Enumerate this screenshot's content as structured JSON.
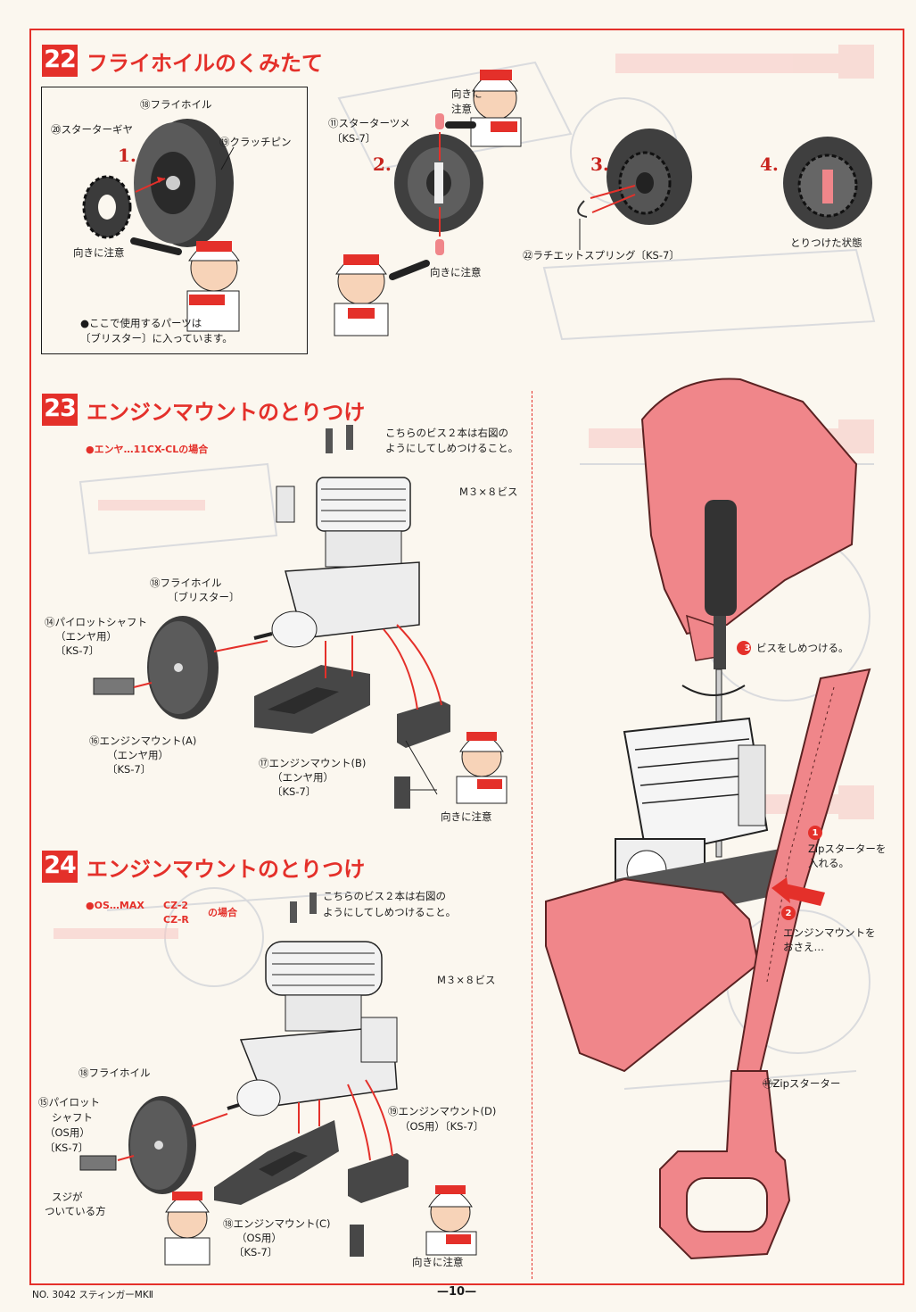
{
  "colors": {
    "accent": "#e4302a",
    "hand": "#f0868a",
    "part": "#3f3f3f",
    "paper": "#fbf7ef"
  },
  "sections": {
    "s22": {
      "number": "22",
      "title": "フライホイルのくみたて"
    },
    "s23": {
      "number": "23",
      "title": "エンジンマウントのとりつけ"
    },
    "s24": {
      "number": "24",
      "title": "エンジンマウントのとりつけ"
    }
  },
  "s22": {
    "steps": [
      "1.",
      "2.",
      "3.",
      "4."
    ],
    "labels": {
      "flywheel": "⑱フライホイル",
      "starter_gear": "⑳スターターギヤ",
      "clutch_pin": "⑲クラッチピン",
      "caution1": "向きに注意",
      "starter_claw": "⑪スターターツメ",
      "starter_claw_code": "〔KS-7〕",
      "caution2a": "向きに",
      "caution2b": "注意",
      "caution3": "向きに注意",
      "ratchet_spring": "㉒ラチエットスプリング〔KS-7〕",
      "attached_state": "とりつけた状態"
    },
    "note": [
      "●ここで使用するパーツは",
      "〔ブリスター〕に入っています。"
    ]
  },
  "s23": {
    "engine_note": "●エンヤ…11CX-CLの場合",
    "screw_note": [
      "こちらのビス２本は右図の",
      "ようにしてしめつけること。"
    ],
    "screw": "M３×８ビス",
    "flywheel": [
      "⑱フライホイル",
      "〔ブリスター〕"
    ],
    "pilot_shaft": [
      "⑭パイロットシャフト",
      "（エンヤ用）",
      "〔KS-7〕"
    ],
    "mount_a": [
      "⑯エンジンマウント(A)",
      "（エンヤ用）",
      "〔KS-7〕"
    ],
    "mount_b": [
      "⑰エンジンマウント(B)",
      "（エンヤ用）",
      "〔KS-7〕"
    ],
    "caution": "向きに注意"
  },
  "s24": {
    "engine_note": [
      "●OS…MAX",
      "CZ-2",
      "CZ-R",
      "の場合"
    ],
    "screw_note": [
      "こちらのビス２本は右図の",
      "ようにしてしめつけること。"
    ],
    "screw": "M３×８ビス",
    "flywheel": "⑱フライホイル",
    "pilot_shaft": [
      "⑮パイロット",
      "シャフト",
      "（OS用）",
      "〔KS-7〕"
    ],
    "groove": [
      "スジが",
      "ついている方"
    ],
    "mount_c": [
      "⑱エンジンマウント(C)",
      "（OS用）",
      "〔KS-7〕"
    ],
    "mount_d": [
      "⑲エンジンマウント(D)",
      "（OS用）〔KS-7〕"
    ],
    "caution": "向きに注意"
  },
  "right": {
    "step3": "ビスをしめつける。",
    "step1": [
      "Zipスターターを",
      "入れる。"
    ],
    "step2": [
      "エンジンマウントを",
      "おさえ…"
    ],
    "zip_label": "⑰Zipスターター",
    "nums": [
      "3",
      "1",
      "2"
    ]
  },
  "footer": {
    "model": "NO. 3042  スティンガーMKⅡ",
    "page": "—10—"
  },
  "icons": [
    "flywheel-icon",
    "starter-gear-icon",
    "hand-icon",
    "mascot-icon",
    "engine-icon",
    "screwdriver-icon",
    "zip-starter-icon"
  ]
}
